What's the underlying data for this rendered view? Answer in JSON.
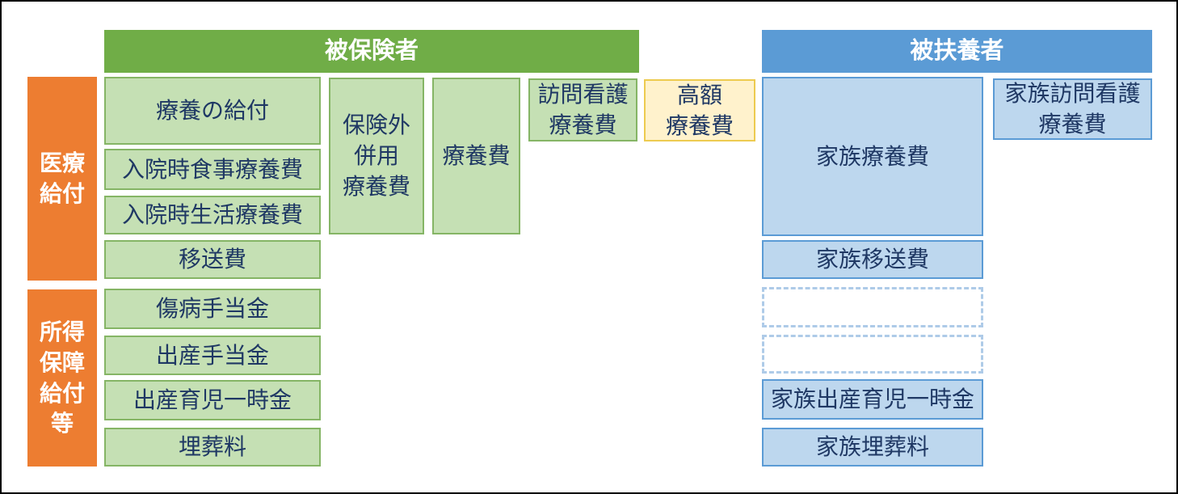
{
  "diagram": {
    "headers": {
      "insured": "被保険者",
      "dependents": "被扶養者"
    },
    "categories": {
      "medical": "医療\n給付",
      "income": "所得\n保障\n給付\n等"
    },
    "insured_boxes": {
      "ryoyo_no_kyufu": "療養の給付",
      "nyuin_shokuji": "入院時食事療養費",
      "nyuin_seikatsu": "入院時生活療養費",
      "isohi": "移送費",
      "hokengai_heiyo": "保険外\n併用\n療養費",
      "ryoyohi": "療養費",
      "homon_kango": "訪問看護\n療養費",
      "kogaku_ryoyohi": "高額\n療養費",
      "shobyo_teatekin": "傷病手当金",
      "shussan_teatekin": "出産手当金",
      "shussan_ikuji_ichijikin": "出産育児一時金",
      "maisoryo": "埋葬料"
    },
    "dependent_boxes": {
      "kazoku_ryoyohi": "家族療養費",
      "kazoku_homon_kango": "家族訪問看護\n療養費",
      "kazoku_isohi": "家族移送費",
      "kazoku_empty_1": "",
      "kazoku_empty_2": "",
      "kazoku_shussan_ikuji_ichijikin": "家族出産育児一時金",
      "kazoku_maisoryo": "家族埋葬料"
    },
    "colors": {
      "green_header_bg": "#70AD47",
      "blue_header_bg": "#5B9BD5",
      "orange_label_bg": "#ED7D31",
      "green_box_bg": "#C5E0B4",
      "green_box_border": "#85B565",
      "blue_box_bg": "#BDD7EE",
      "blue_box_border": "#5B9BD5",
      "yellow_box_bg": "#FFF2CC",
      "yellow_box_border": "#EDCB50",
      "dashed_box_border": "#AECBE8",
      "label_text": "#1F3864",
      "header_text": "#FFFFFF",
      "outer_border": "#000000"
    }
  }
}
